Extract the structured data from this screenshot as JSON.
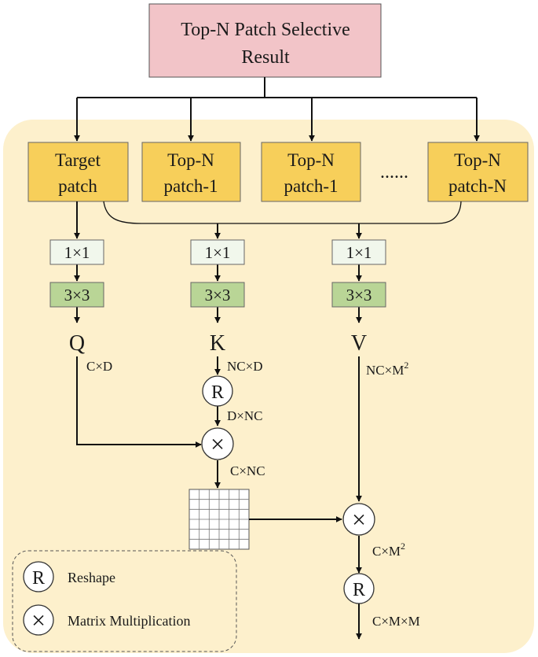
{
  "top_box": {
    "line1": "Top-N Patch Selective",
    "line2": "Result"
  },
  "patches": {
    "target": {
      "line1": "Target",
      "line2": "patch"
    },
    "p1": {
      "line1": "Top-N",
      "line2": "patch-1"
    },
    "p2": {
      "line1": "Top-N",
      "line2": "patch-1"
    },
    "ellipsis": "......",
    "pn": {
      "line1": "Top-N",
      "line2": "patch-N"
    }
  },
  "conv": {
    "k1": "1×1",
    "k3": "3×3"
  },
  "qkv": {
    "q": "Q",
    "k": "K",
    "v": "V"
  },
  "dims": {
    "q": "C×D",
    "k": "NC×D",
    "reshape_out": "D×NC",
    "mult_out": "C×NC",
    "v_base": "NC×M",
    "v_sup": "2",
    "mult2_base": "C×M",
    "mult2_sup": "2",
    "final": "C×M×M"
  },
  "symbols": {
    "reshape": "R",
    "multiply": "×"
  },
  "legend": {
    "reshape": "Reshape",
    "multiply": "Matrix Multiplication"
  },
  "colors": {
    "top_box_fill": "#f2c4c8",
    "panel_fill": "#fdf0cc",
    "patch_fill": "#f7cf5a",
    "conv1_fill": "#f1f7ec",
    "conv3_fill": "#b9d596"
  }
}
